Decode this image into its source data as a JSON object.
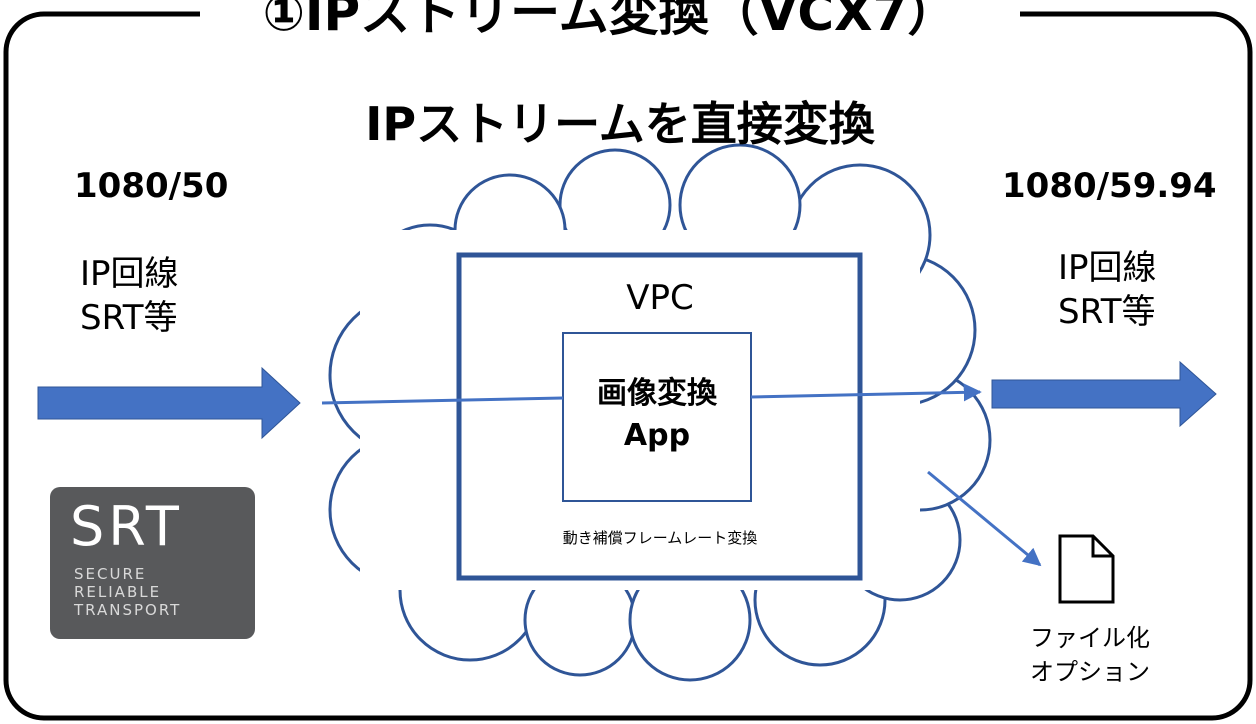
{
  "title": "①IPストリーム変換（VCX7）",
  "subtitle": "IPストリームを直接変換",
  "input": {
    "rate": "1080/50",
    "line_lines": [
      "IP回線",
      "SRT等"
    ]
  },
  "output": {
    "rate": "1080/59.94",
    "line_lines": [
      "IP回線",
      "SRT等"
    ]
  },
  "vpc": {
    "label": "VPC",
    "app_lines": [
      "画像変換",
      "App"
    ],
    "caption": "動き補償フレームレート変換"
  },
  "file_option": {
    "lines": [
      "ファイル化",
      "オプション"
    ]
  },
  "srt_logo": {
    "word": "SRT",
    "lines": [
      "SECURE",
      "RELIABLE",
      "TRANSPORT"
    ]
  },
  "colors": {
    "arrow_blue": "#4472c4",
    "cloud_stroke": "#2f5597",
    "vpc_stroke": "#2f5597",
    "frame": "#000000",
    "logo_bg": "#58595b"
  },
  "icons": [
    "arrow-right-icon",
    "cloud-icon",
    "document-icon"
  ]
}
